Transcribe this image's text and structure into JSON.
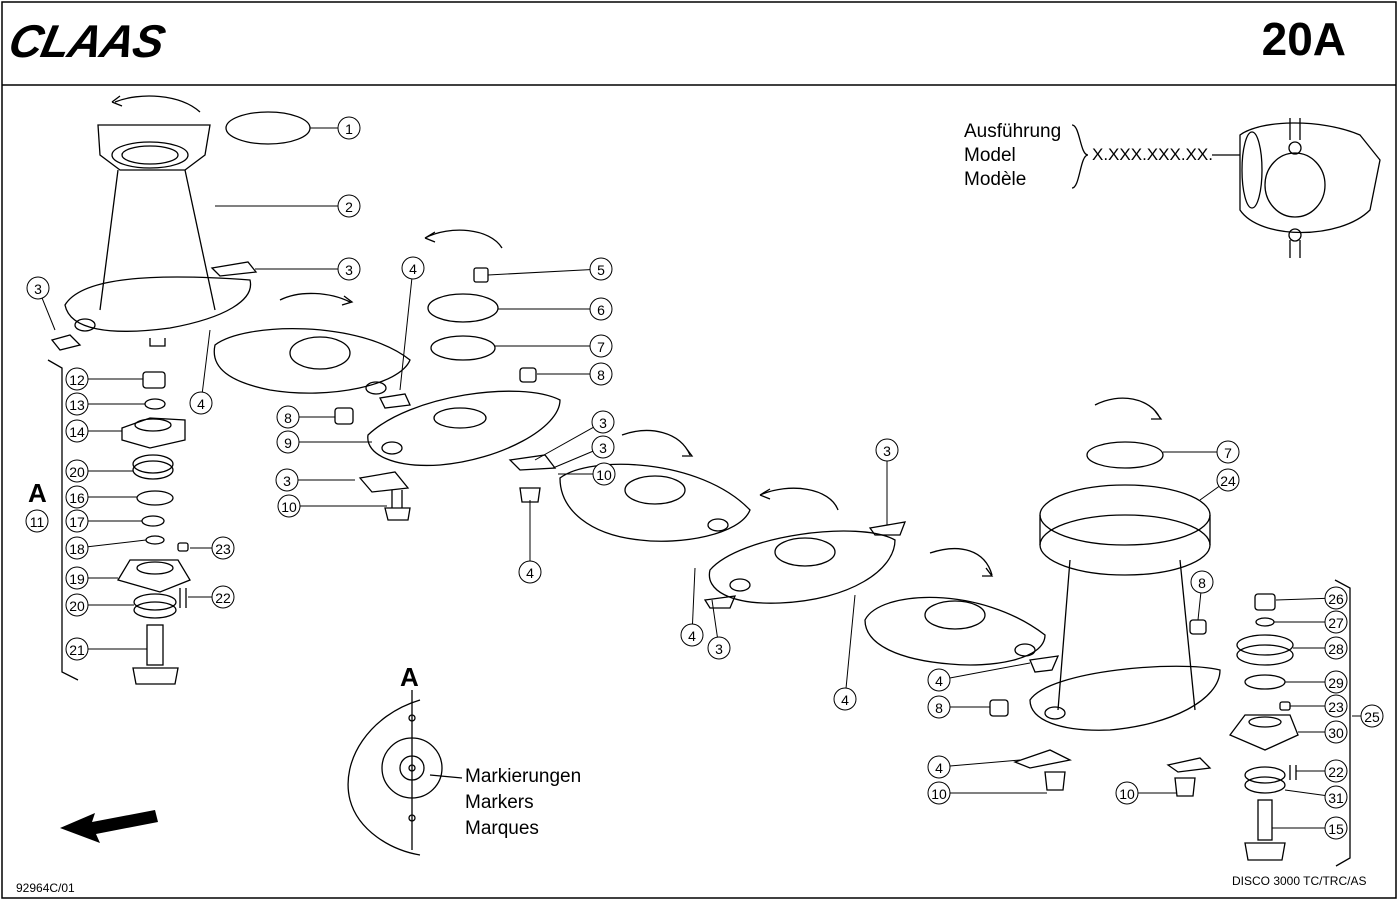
{
  "header": {
    "brand": "CLAAS",
    "sheet_number": "20A"
  },
  "variant_box": {
    "labels": [
      "Ausführung",
      "Model",
      "Modèle"
    ],
    "code": "X.XXX.XXX.XX."
  },
  "detail_A": {
    "letter": "A",
    "labels": [
      "Markierungen",
      "Markers",
      "Marques"
    ]
  },
  "assembly_A_letter": "A",
  "footer": {
    "drawing_no": "92964C/01",
    "machine": "DISCO 3000 TC/TRC/AS"
  },
  "callouts": [
    "1",
    "2",
    "3",
    "3",
    "4",
    "3",
    "4",
    "5",
    "6",
    "7",
    "8",
    "8",
    "9",
    "3",
    "10",
    "3",
    "4",
    "10",
    "12",
    "13",
    "14",
    "20",
    "16",
    "17",
    "18",
    "23",
    "19",
    "20",
    "22",
    "21",
    "11",
    "3",
    "4",
    "3",
    "7",
    "24",
    "8",
    "26",
    "27",
    "28",
    "29",
    "23",
    "30",
    "22",
    "31",
    "15",
    "25",
    "4",
    "8",
    "4",
    "10",
    "4",
    "10"
  ]
}
